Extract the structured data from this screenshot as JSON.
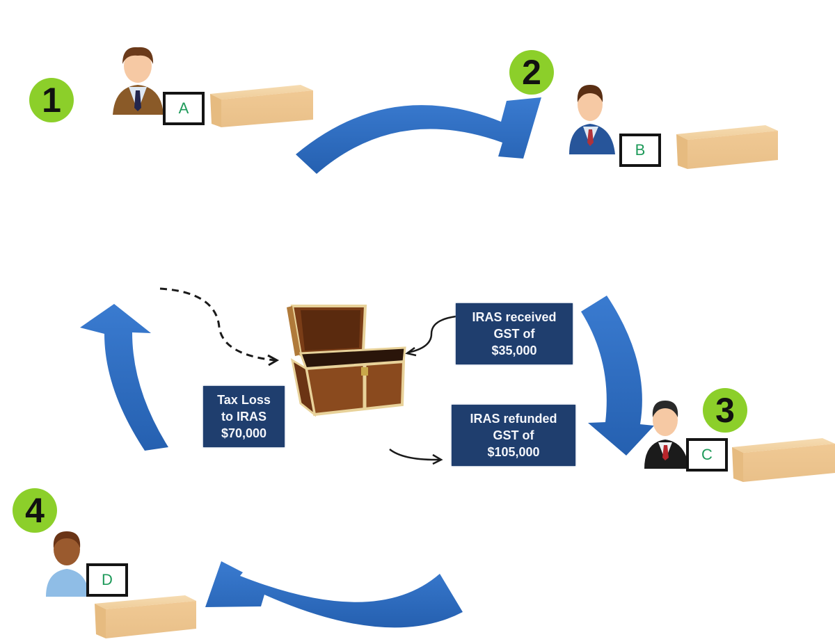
{
  "title": "GST Missing Trader Fraud Flow",
  "colors": {
    "arrow": "#2e6bbd",
    "badge": "#8ccf2a",
    "info_box": "#1f3e6e",
    "label_text": "#1e9a5a",
    "box": "#efcf9f"
  },
  "steps": [
    {
      "number": "1",
      "party": "A",
      "person_icon": "businessman-brown-suit-icon"
    },
    {
      "number": "2",
      "party": "B",
      "person_icon": "businessman-blue-suit-icon"
    },
    {
      "number": "3",
      "party": "C",
      "person_icon": "businessman-black-suit-icon"
    },
    {
      "number": "4",
      "party": "D",
      "person_icon": "person-light-blue-shirt-icon"
    }
  ],
  "info_boxes": {
    "received": {
      "line1": "IRAS received",
      "line2": "GST of",
      "line3": "$35,000"
    },
    "refunded": {
      "line1": "IRAS refunded",
      "line2": "GST of",
      "line3": "$105,000"
    },
    "tax_loss": {
      "line1": "Tax Loss",
      "line2": "to IRAS",
      "line3": "$70,000"
    }
  },
  "icons": {
    "treasury": "treasure-chest-icon",
    "goods": "cardboard-box-icon"
  }
}
